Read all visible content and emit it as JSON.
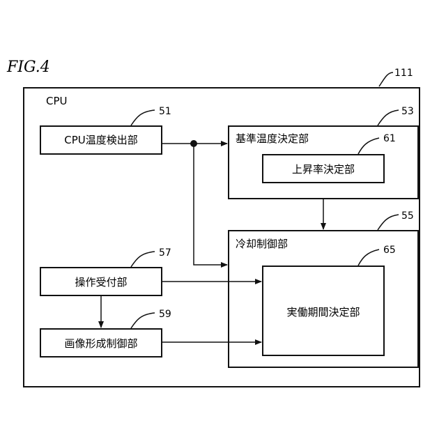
{
  "figure_label": "FIG.4",
  "outer": {
    "ref": "111",
    "title": "CPU"
  },
  "blocks": {
    "cpu_temp": {
      "label": "CPU温度検出部",
      "ref": "51"
    },
    "ref_temp": {
      "label": "基準温度決定部",
      "ref": "53"
    },
    "rise_rate": {
      "label": "上昇率決定部",
      "ref": "61"
    },
    "cooling": {
      "label": "冷却制御部",
      "ref": "55"
    },
    "actual": {
      "label": "実働期間決定部",
      "ref": "65"
    },
    "operation": {
      "label": "操作受付部",
      "ref": "57"
    },
    "image": {
      "label": "画像形成制御部",
      "ref": "59"
    }
  }
}
